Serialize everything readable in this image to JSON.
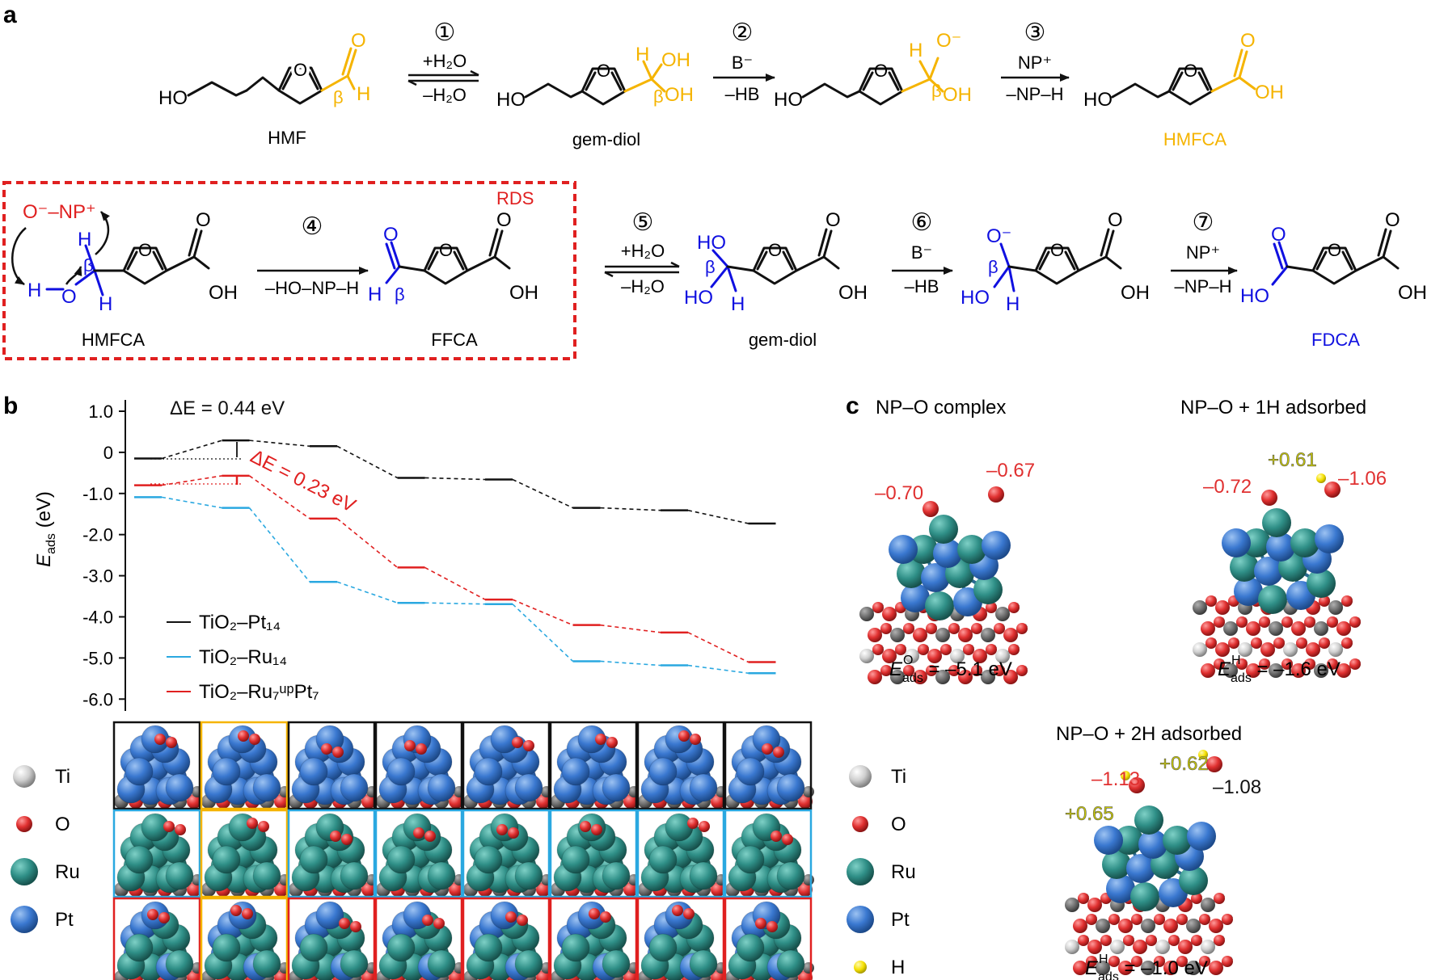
{
  "panels": {
    "a": "a",
    "b": "b",
    "c": "c"
  },
  "colors": {
    "orange": "#f5b400",
    "blue": "#1010e0",
    "red": "#e02020",
    "black": "#111111",
    "cyan": "#2aa8e0",
    "ti": "#bfbfbf",
    "o": "#e03030",
    "ru": "#2f8f87",
    "pt": "#3a78d0",
    "h": "#f5e000"
  },
  "scheme": {
    "row1": {
      "steps": [
        "①",
        "②",
        "③"
      ],
      "step1_top": "+H₂O",
      "step1_bottom": "–H₂O",
      "step2_top": "B⁻",
      "step2_bottom": "–HB",
      "step3_top": "NP⁺",
      "step3_bottom": "–NP–H",
      "names": [
        "HMF",
        "gem-diol",
        "HMFCA"
      ]
    },
    "row2": {
      "steps": [
        "④",
        "⑤",
        "⑥",
        "⑦"
      ],
      "rds": "RDS",
      "reagent": "O⁻–NP⁺",
      "step4_bottom": "–HO–NP–H",
      "step5_top": "+H₂O",
      "step5_bottom": "–H₂O",
      "step6_top": "B⁻",
      "step6_bottom": "–HB",
      "step7_top": "NP⁺",
      "step7_bottom": "–NP–H",
      "names": [
        "HMFCA",
        "FFCA",
        "gem-diol",
        "FDCA"
      ]
    },
    "atoms": {
      "HO": "HO",
      "OH": "OH",
      "O": "O",
      "H": "H",
      "beta": "β",
      "Ominus": "O⁻"
    }
  },
  "chart_data": {
    "type": "line",
    "ylabel": "Eads (eV)",
    "ylim": [
      -6.0,
      1.0
    ],
    "yticks": [
      1.0,
      0,
      -1.0,
      -2.0,
      -3.0,
      -4.0,
      -5.0,
      -6.0
    ],
    "ytick_labels": [
      "1.0",
      "0",
      "-1.0",
      "-2.0",
      "-3.0",
      "-4.0",
      "-5.0",
      "-6.0"
    ],
    "x": [
      1,
      2,
      3,
      4,
      5,
      6,
      7,
      8
    ],
    "series": [
      {
        "name": "TiO₂–Pt₁₄",
        "color": "#111111",
        "values": [
          -0.15,
          0.29,
          0.15,
          -0.62,
          -0.66,
          -1.35,
          -1.41,
          -1.73
        ]
      },
      {
        "name": "TiO₂–Ru₁₄",
        "color": "#2aa8e0",
        "values": [
          -1.09,
          -1.35,
          -3.15,
          -3.66,
          -3.69,
          -5.08,
          -5.18,
          -5.37
        ]
      },
      {
        "name": "TiO₂–Ru₇ᵘᵖPt₇",
        "color": "#e02020",
        "values": [
          -0.8,
          -0.57,
          -1.61,
          -2.8,
          -3.58,
          -4.2,
          -4.38,
          -5.1
        ]
      }
    ],
    "annotations": [
      {
        "text": "ΔE = 0.44 eV",
        "color": "#111111"
      },
      {
        "text": "ΔE = 0.23 eV",
        "color": "#e02020"
      }
    ]
  },
  "legend_atoms": [
    "Ti",
    "O",
    "Ru",
    "Pt"
  ],
  "legend_atoms_right": [
    "Ti",
    "O",
    "Ru",
    "Pt",
    "H"
  ],
  "panel_c": {
    "s1": {
      "title": "NP–O complex",
      "charges": [
        "–0.70",
        "–0.67"
      ],
      "energy_label": "E",
      "energy_sub": "ads",
      "energy_sup": "O",
      "energy_value": " = –5.1 eV"
    },
    "s2": {
      "title": "NP–O + 1H adsorbed",
      "charges": [
        "–0.72",
        "+0.61",
        "–1.06"
      ],
      "energy_label": "E",
      "energy_sub": "ads",
      "energy_sup": "H",
      "energy_value": " = –1.6 eV"
    },
    "s3": {
      "title": "NP–O + 2H adsorbed",
      "charges": [
        "–1.13",
        "+0.62",
        "–1.08",
        "+0.65"
      ],
      "energy_label": "E",
      "energy_sub": "ads",
      "energy_sup": "H",
      "energy_value": " = –1.0 eV"
    }
  }
}
